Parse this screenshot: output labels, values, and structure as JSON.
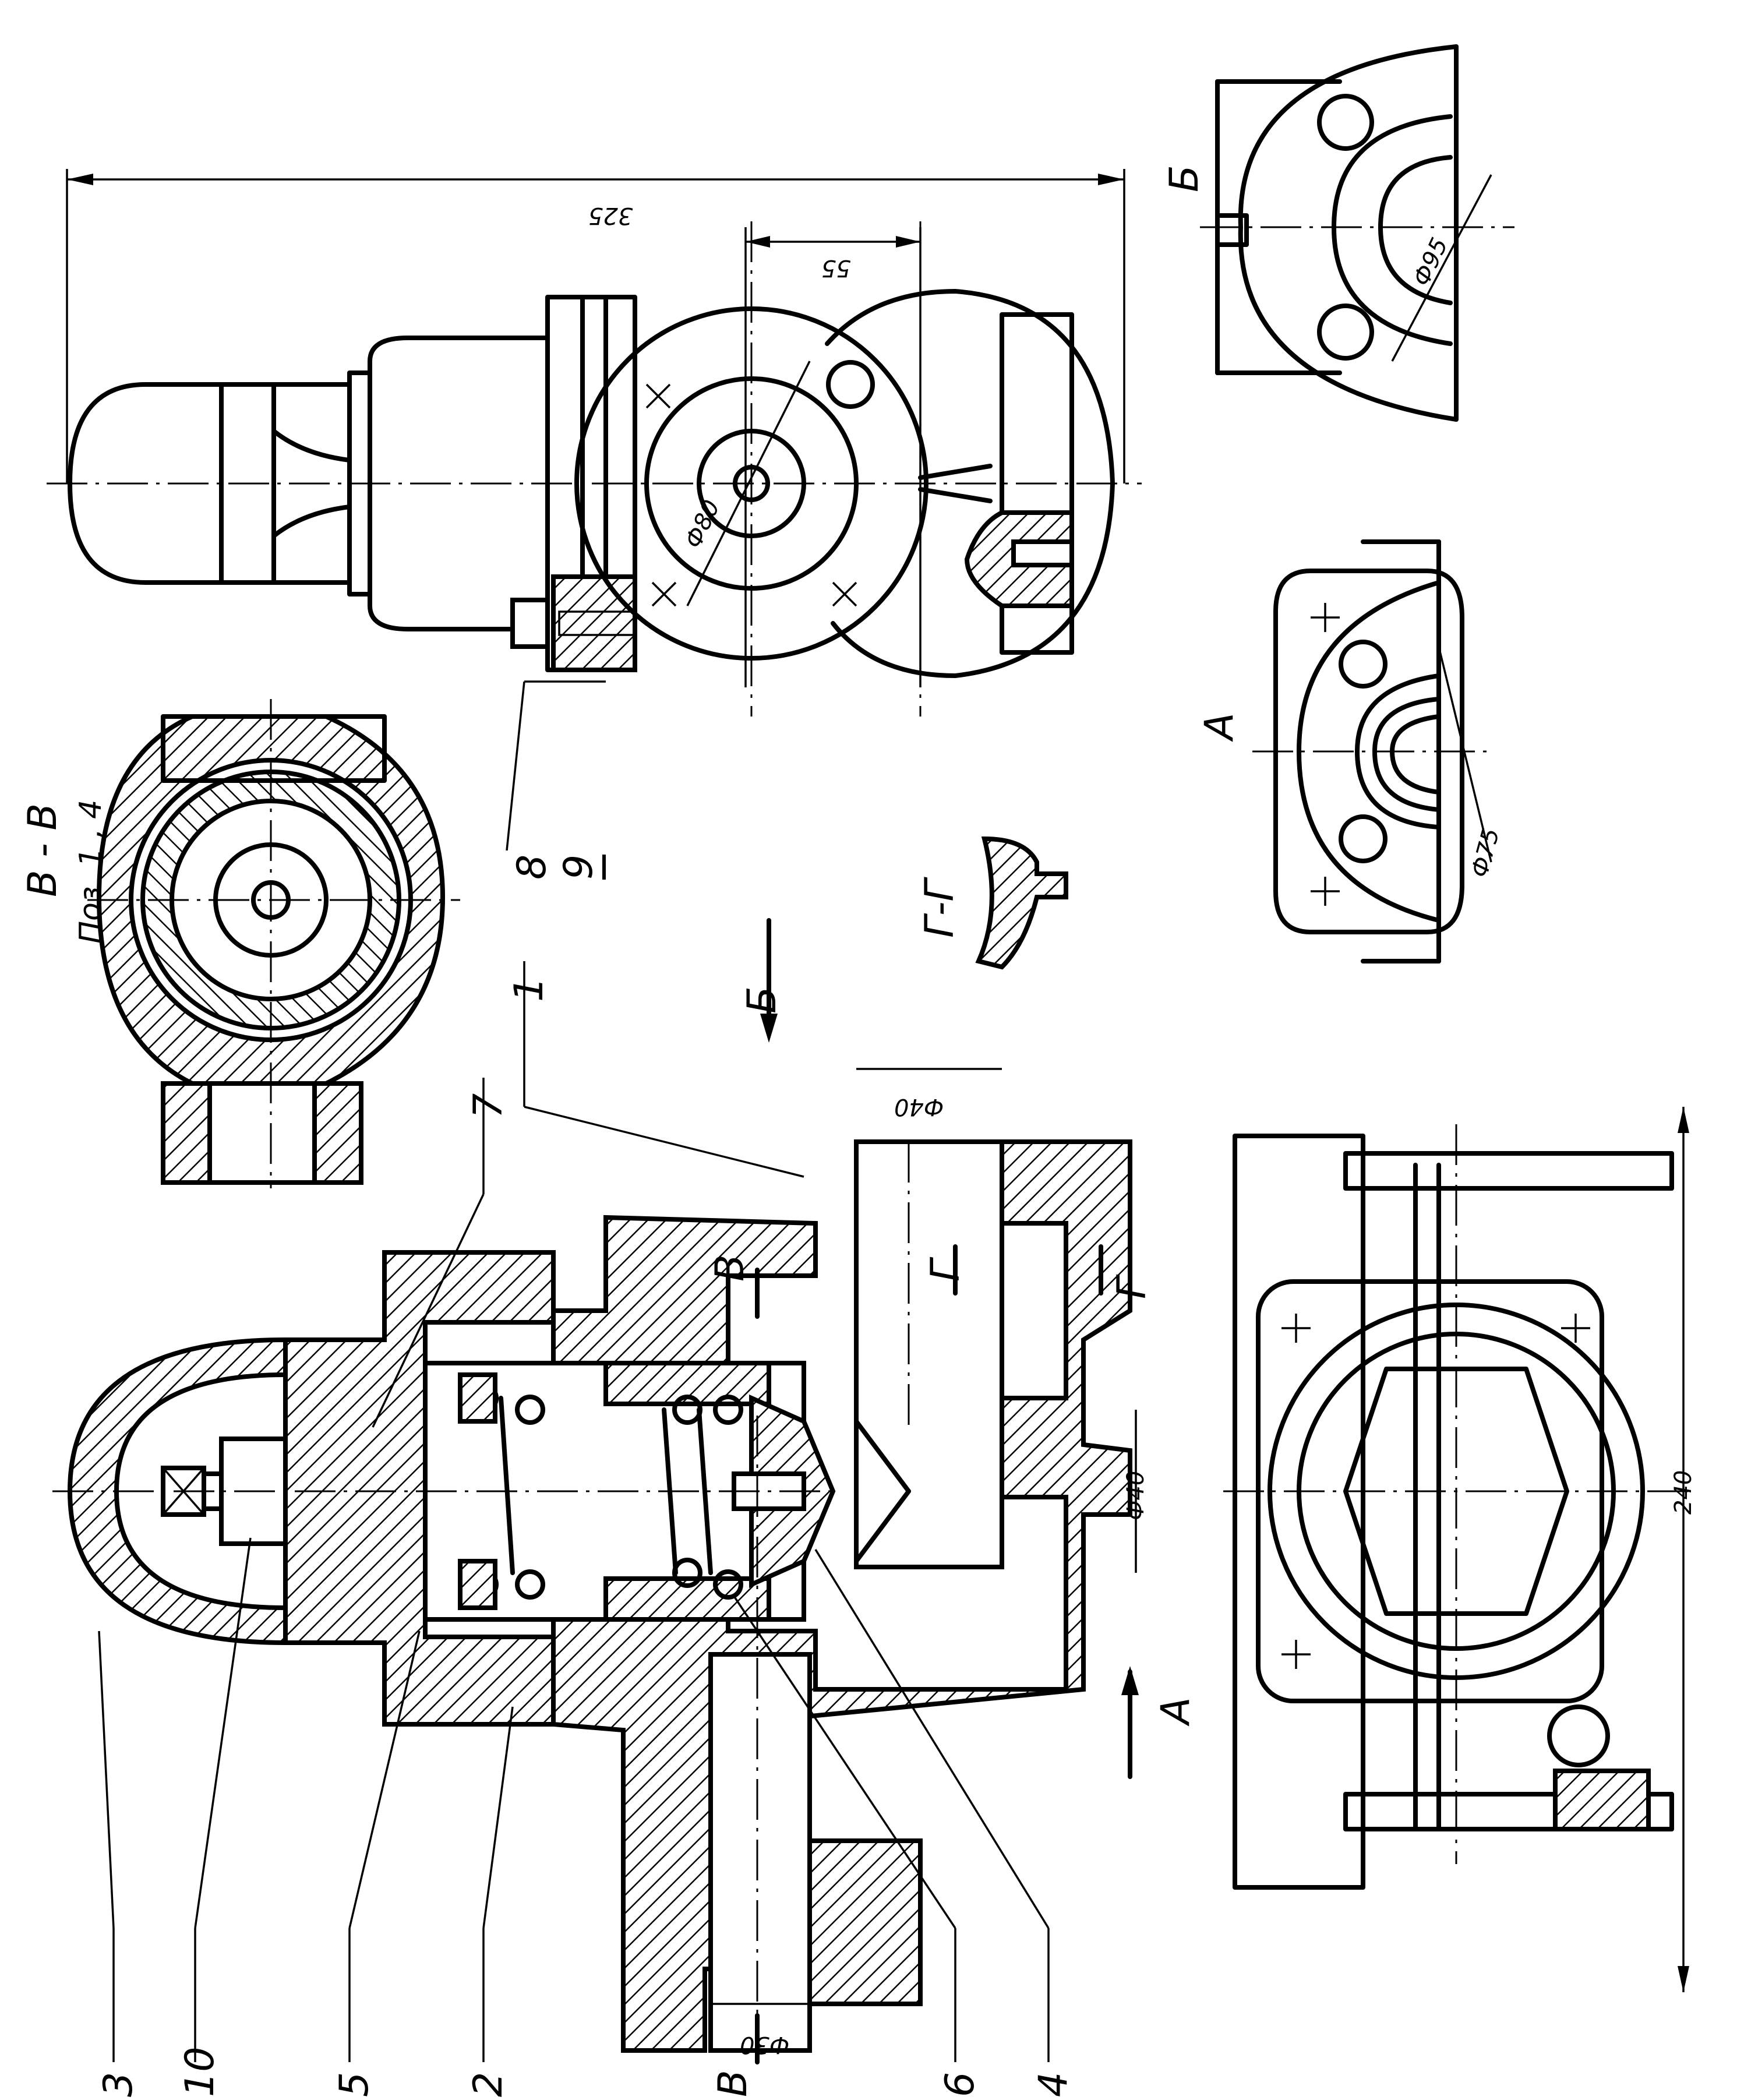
{
  "section_labels": {
    "vv_title": "В - В",
    "vv_subtitle": "Поз. 1 , 4",
    "gg_title": "Г-Г",
    "view_a": "А",
    "view_b": "Б",
    "arrow_a": "А",
    "arrow_b": "Б",
    "cut_v_top": "В",
    "cut_v_bottom": "В",
    "cut_g_left": "Г",
    "cut_g_right": "Г"
  },
  "dimensions": {
    "overall_length": "325",
    "offset": "55",
    "bore_flange_top": "Ф80",
    "bore_b": "Ф95",
    "bore_a": "Ф75",
    "inlet": "Ф40",
    "outlet": "Ф40",
    "bottom": "Ф30",
    "width": "240"
  },
  "positions": {
    "p1": "1",
    "p2": "2",
    "p3": "3",
    "p4": "4",
    "p5": "5",
    "p6": "6",
    "p7": "7",
    "p8": "8",
    "p9": "9",
    "p10": "10"
  }
}
